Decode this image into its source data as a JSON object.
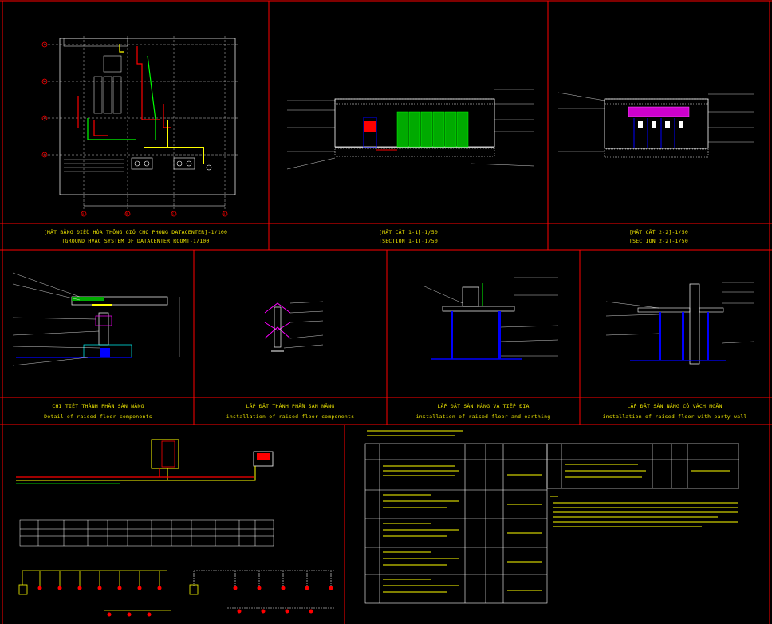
{
  "titles": {
    "p1_line1": "[MẶT BẰNG ĐIỀU HÒA THÔNG GIÓ CHO PHÒNG DATACENTER]-1/100",
    "p1_line2": "[GROUND HVAC SYSTEM OF DATACENTER ROOM]-1/100",
    "p2_line1": "[MẶT CẮT 1-1]-1/50",
    "p2_line2": "[SECTION 1-1]-1/50",
    "p3_line1": "[MẶT CẮT 2-2]-1/50",
    "p3_line2": "[SECTION 2-2]-1/50",
    "d1_line1": "CHI TIẾT THÀNH PHẦN SÀN NÂNG",
    "d1_line2": "Detail of raised floor components",
    "d2_line1": "LẮP ĐẶT THÀNH PHẦN SÀN NÂNG",
    "d2_line2": "installation of raised floor components",
    "d3_line1": "LẮP ĐẶT SÀN NÂNG VÀ TIẾP ĐỊA",
    "d3_line2": "installation of raised floor and earthing",
    "d4_line1": "LẮP ĐẶT SÀN NÂNG CÓ VÁCH NGĂN",
    "d4_line2": "installation of raised floor with party wall"
  },
  "plan": {
    "grid_bubbles": [
      "A",
      "B",
      "C",
      "D"
    ],
    "row_bubbles": [
      "1",
      "2",
      "3",
      "4"
    ]
  },
  "colors": {
    "frame": "#ff0000",
    "text": "#ffff00",
    "line": "#ffffff",
    "green": "#00ff00",
    "cyan": "#00ffff",
    "magenta": "#ff00ff",
    "blue": "#0000ff"
  }
}
